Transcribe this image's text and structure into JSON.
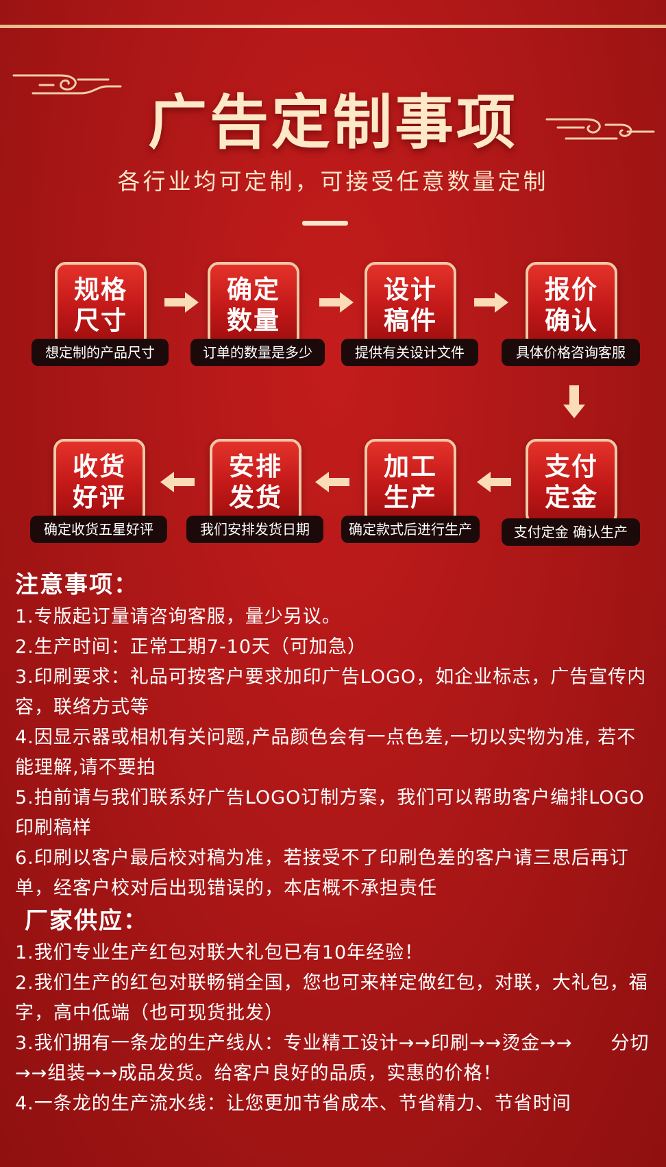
{
  "title": "广告定制事项",
  "subtitle": "各行业均可定制，可接受任意数量定制",
  "steps": [
    {
      "line1": "规格",
      "line2": "尺寸",
      "caption": "想定制的产品尺寸"
    },
    {
      "line1": "确定",
      "line2": "数量",
      "caption": "订单的数量是多少"
    },
    {
      "line1": "设计",
      "line2": "稿件",
      "caption": "提供有关设计文件"
    },
    {
      "line1": "报价",
      "line2": "确认",
      "caption": "具体价格咨询客服"
    },
    {
      "line1": "支付",
      "line2": "定金",
      "caption": "支付定金 确认生产"
    },
    {
      "line1": "加工",
      "line2": "生产",
      "caption": "确定款式后进行生产"
    },
    {
      "line1": "安排",
      "line2": "发货",
      "caption": "我们安排发货日期"
    },
    {
      "line1": "收货",
      "line2": "好评",
      "caption": "确定收货五星好评"
    }
  ],
  "notes": {
    "heading": "注意事项：",
    "items": [
      "1.专版起订量请咨询客服，量少另议。",
      "2.生产时间：正常工期7-10天（可加急）",
      "3.印刷要求：礼品可按客户要求加印广告LOGO，如企业标志，广告宣传内容，联络方式等",
      "4.因显示器或相机有关问题,产品颜色会有一点色差,一切以实物为准, 若不能理解,请不要拍",
      "5.拍前请与我们联系好广告LOGO订制方案，我们可以帮助客户编排LOGO印刷稿样",
      "6.印刷以客户最后校对稿为准，若接受不了印刷色差的客户请三思后再订单，经客户校对后出现错误的，本店概不承担责任"
    ]
  },
  "factory": {
    "heading": "厂家供应：",
    "items": [
      "1.我们专业生产红包对联大礼包已有10年经验！",
      "2.我们生产的红包对联畅销全国，您也可来样定做红包，对联，大礼包，福字，高中低端（也可现货批发）",
      "3.我们拥有一条龙的生产线从：专业精工设计→→印刷→→烫金→→　　分切→→组装→→成品发货。给客户良好的品质，实惠的价格！",
      "4.一条龙的生产流水线：让您更加节省成本、节省精力、节省时间"
    ]
  },
  "colors": {
    "background": "#a81616",
    "accent": "#fde3c2",
    "caption_bg": "#1b0a09"
  }
}
